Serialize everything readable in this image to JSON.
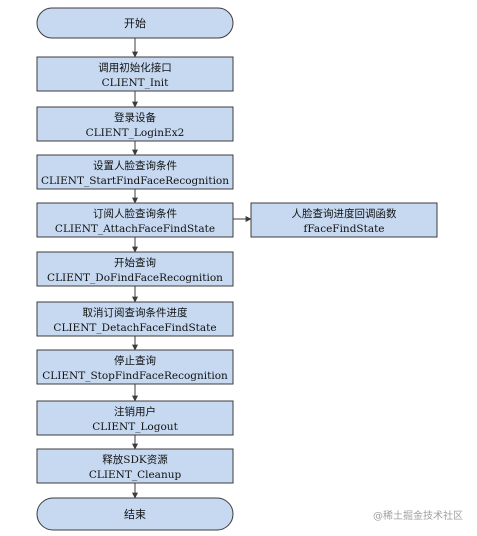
{
  "flowchart": {
    "start": "开始",
    "end": "结束",
    "steps": [
      {
        "title": "调用初始化接口",
        "function": "CLIENT_Init"
      },
      {
        "title": "登录设备",
        "function": "CLIENT_LoginEx2"
      },
      {
        "title": "设置人脸查询条件",
        "function": "CLIENT_StartFindFaceRecognition"
      },
      {
        "title": "订阅人脸查询条件",
        "function": "CLIENT_AttachFaceFindState"
      },
      {
        "title": "开始查询",
        "function": "CLIENT_DoFindFaceRecognition"
      },
      {
        "title": "取消订阅查询条件进度",
        "function": "CLIENT_DetachFaceFindState"
      },
      {
        "title": "停止查询",
        "function": "CLIENT_StopFindFaceRecognition"
      },
      {
        "title": "注销用户",
        "function": "CLIENT_Logout"
      },
      {
        "title": "释放SDK资源",
        "function": "CLIENT_Cleanup"
      }
    ],
    "callback": {
      "title": "人脸查询进度回调函数",
      "function": "fFaceFindState"
    }
  },
  "watermark": "@稀土掘金技术社区",
  "colors": {
    "box_fill": "#c6d9f1",
    "box_stroke": "#3c3c3c",
    "text": "#111111",
    "watermark": "#a0a0a0"
  }
}
